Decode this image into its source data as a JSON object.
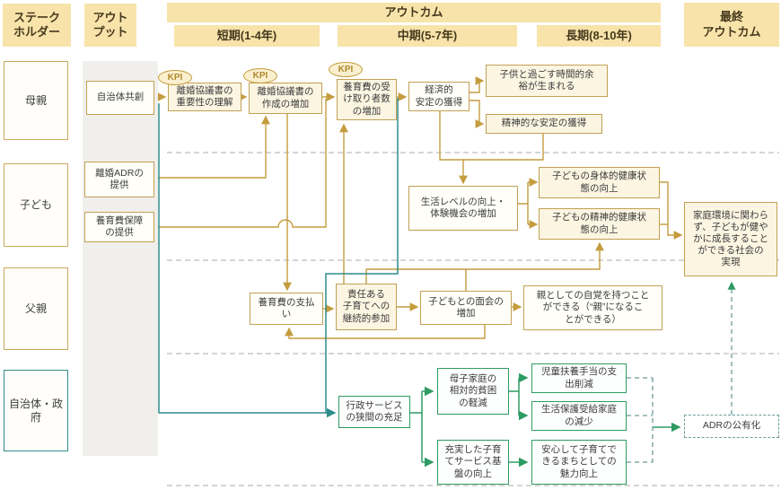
{
  "headers": {
    "stakeholder": "ステーク\nホルダー",
    "output": "アウト\nプット",
    "outcome": "アウトカム",
    "short_term": "短期(1-4年)",
    "mid_term": "中期(5-7年)",
    "long_term": "長期(8-10年)",
    "final_outcome": "最終\nアウトカム"
  },
  "stakeholders": {
    "mother": "母親",
    "child": "子ども",
    "father": "父親",
    "government": "自治体・政\n府"
  },
  "outputs": {
    "co_creation": "自治体共創",
    "adr_provision": "離婚ADRの\n提供",
    "support_guarantee": "養育費保障\nの提供"
  },
  "kpi_label": "KPI",
  "outcomes": {
    "agreement_importance": "離婚協議書の\n重要性の理解",
    "agreement_increase": "離婚協議書の\n作成の増加",
    "support_receivers": "養育費の受\nけ取り者数\nの増加",
    "economic_stability": "経済的\n安定の獲得",
    "time_with_children": "子供と過ごす時間的余\n裕が生まれる",
    "mental_stability": "精神的な安定の獲得",
    "living_level": "生活レベルの向上・\n体験機会の増加",
    "child_physical_health": "子どもの身体的健康状\n態の向上",
    "child_mental_health": "子どもの精神的健康状\n態の向上",
    "support_payment": "養育費の支払\nい",
    "responsible_parenting": "責任ある\n子育てへの\n継続的参加",
    "visitation_increase": "子どもとの面会の\n増加",
    "parental_awareness": "親としての自覚を持つこと\nができる（“親”になるこ\nとができる）",
    "admin_service_gap": "行政サービス\nの狭間の充足",
    "single_mother_poverty": "母子家庭の\n相対的貧困\nの軽減",
    "childcare_base": "充実した子育\nてサービス基\n盤の向上",
    "allowance_reduction": "児童扶養手当の支\n出削減",
    "welfare_reduction": "生活保護受給家庭\nの減少",
    "town_attractiveness": "安心して子育てで\nきるまちとしての\n魅力向上",
    "adr_publicization": "ADRの公有化",
    "final_goal": "家庭環境に関わら\nず、子どもが健や\nかに成長すること\nができる社会の\n実現"
  },
  "colors": {
    "gold": "#C49C3E",
    "teal": "#2F8C8C",
    "green": "#2E9B63",
    "dashed_gray": "#ABABAB",
    "header_bg": "#F8E3AA"
  }
}
